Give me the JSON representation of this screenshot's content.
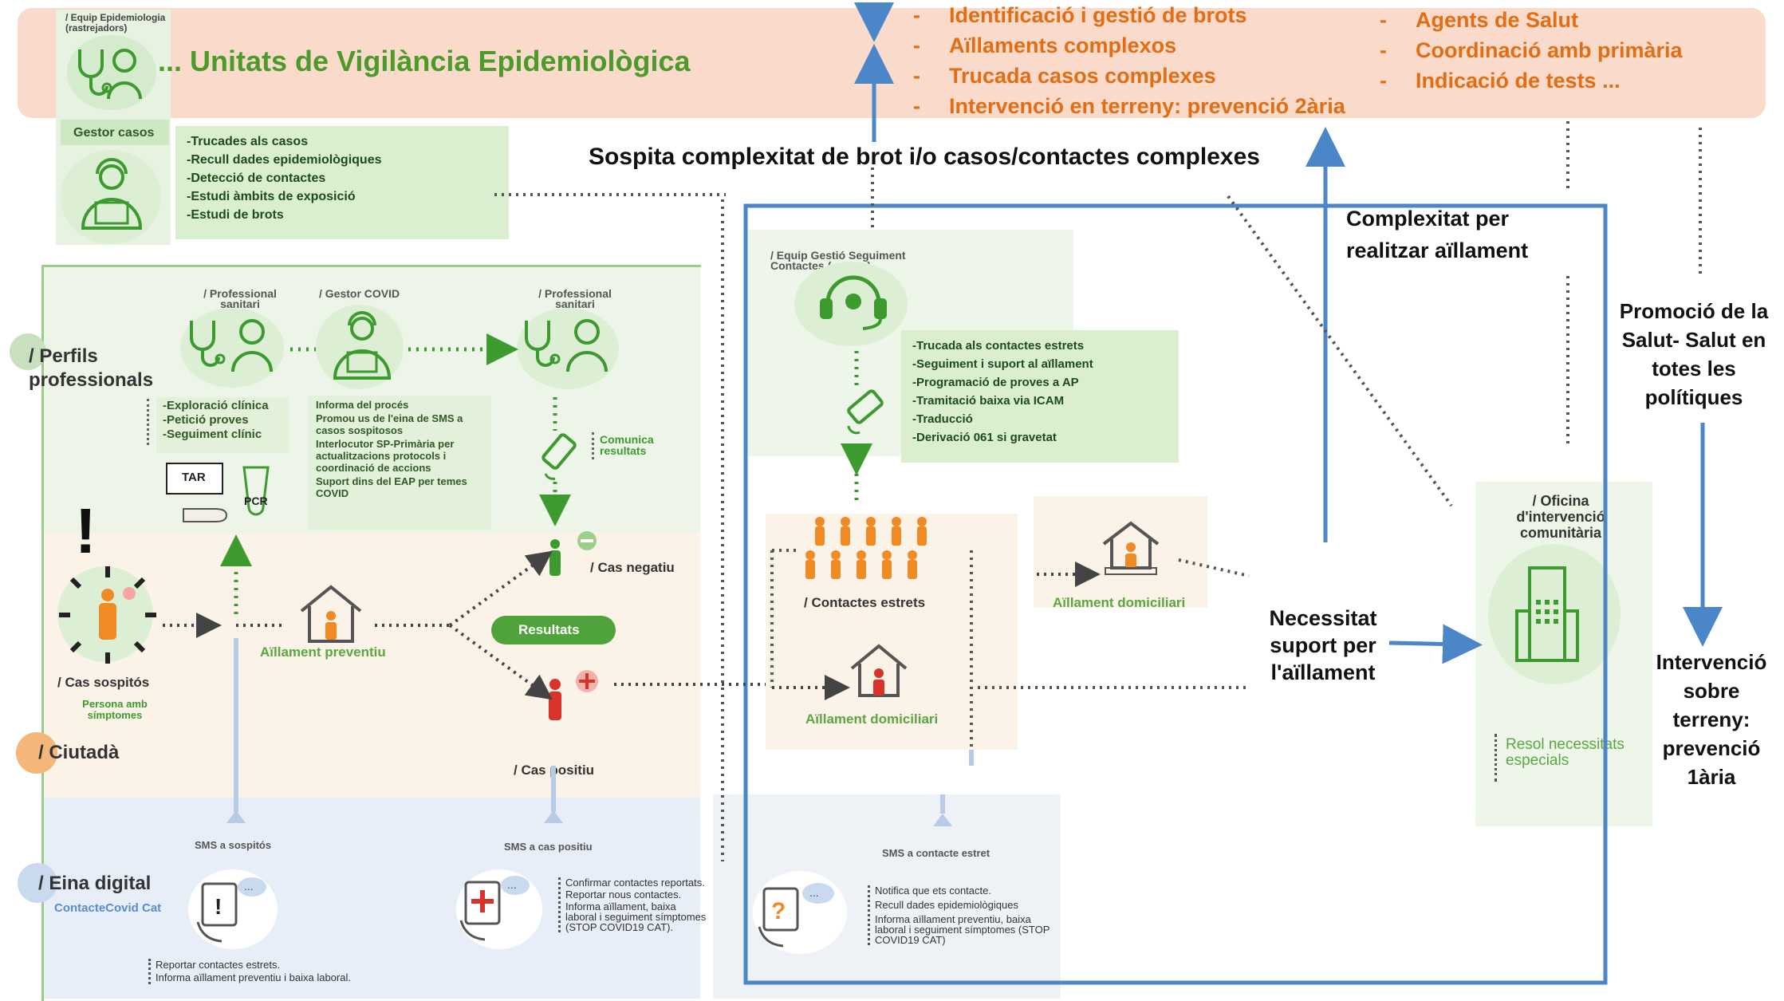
{
  "header": {
    "team_label": "/ Equip Epidemiologia (rastrejadors)",
    "title": "... Unitats de Vigilància Epidemiològica",
    "tasks_col1": [
      "Identificació i gestió de brots",
      "Aïllaments complexos",
      "Trucada casos complexes",
      "Intervenció en terreny: prevenció 2ària"
    ],
    "tasks_col2": [
      "Agents de Salut",
      "Coordinació amb primària",
      "Indicació de tests ..."
    ],
    "dash": "-"
  },
  "gestor_casos": {
    "label": "Gestor casos",
    "items": [
      "-Trucades als casos",
      "-Recull dades epidemiològiques",
      "-Detecció de contactes",
      "-Estudi àmbits de exposició",
      "-Estudi de brots"
    ]
  },
  "annotations": {
    "sospita": "Sospita complexitat de brot i/o casos/contactes complexes",
    "complexitat": "Complexitat per realitzar aïllament",
    "necessitat": "Necessitat suport per l'aïllament",
    "promocio": "Promoció de la Salut- Salut en totes les polítiques",
    "intervencio": "Intervenció sobre terreny: prevenció 1ària"
  },
  "rows": {
    "perfils": "/ Perfils professionals",
    "ciutada": "/ Ciutadà",
    "eina_digital": "/ Eina digital",
    "eina_app": "ContacteCovid Cat"
  },
  "left": {
    "prof1_label": "/ Professional sanitari",
    "prof1_items": [
      "-Exploració clínica",
      "-Petició proves",
      "-Seguiment clínic"
    ],
    "gestor_covid_label": "/ Gestor COVID",
    "gestor_covid_items": [
      "Informa del procés",
      "Promou us de l'eina de SMS a casos sospitosos",
      "Interlocutor SP-Primària per actualitzacions protocols i coordinació de accions",
      "Suport dins del EAP per temes COVID"
    ],
    "prof2_label": "/ Professional sanitari",
    "comunica": "Comunica resultats",
    "tar": "TAR",
    "pcr": "PCR",
    "cas_sospitos": "/ Cas sospitós",
    "persona_simptomes": "Persona amb símptomes",
    "aillament_preventiu": "Aïllament preventiu",
    "resultats": "Resultats",
    "cas_negatiu": "/ Cas negatiu",
    "cas_positiu": "/ Cas positiu",
    "sms_sospitos": "SMS a sospitós",
    "sms_cas_positiu": "SMS a cas positiu",
    "sospitos_items": [
      "Reportar contactes estrets.",
      "Informa aïllament preventiu i baixa laboral."
    ],
    "positiu_items": [
      "Confirmar contactes reportats.",
      "Reportar nous contactes.",
      "Informa aïllament, baixa laboral i seguiment símptomes (STOP COVID19 CAT)."
    ]
  },
  "middle": {
    "equip_label": "/ Equip Gestió Seguiment Contactes (scouts)",
    "equip_items": [
      "-Trucada als contactes estrets",
      "-Seguiment i suport al aïllament",
      "-Programació de proves a AP",
      "-Tramitació baixa via ICAM",
      "-Traducció",
      "-Derivació 061 si gravetat"
    ],
    "contactes_estrets": "/ Contactes estrets",
    "aillament_domiciliari_1": "Aïllament domiciliari",
    "aillament_domiciliari_2": "Aïllament domiciliari",
    "sms_contacte": "SMS a contacte estret",
    "contacte_items": [
      "Notifica que ets contacte.",
      "Recull dades epidemiològiques",
      "Informa aïllament preventiu, baixa laboral i seguiment símptomes (STOP COVID19 CAT)"
    ]
  },
  "right": {
    "oficina_label": "/ Oficina d'intervenció comunitària",
    "resol": "Resol necessitats especials"
  },
  "colors": {
    "blue": "#4a86c8",
    "green": "#3d9a2f",
    "orange": "#e36d13",
    "header_bg": "#f9d6c4"
  }
}
